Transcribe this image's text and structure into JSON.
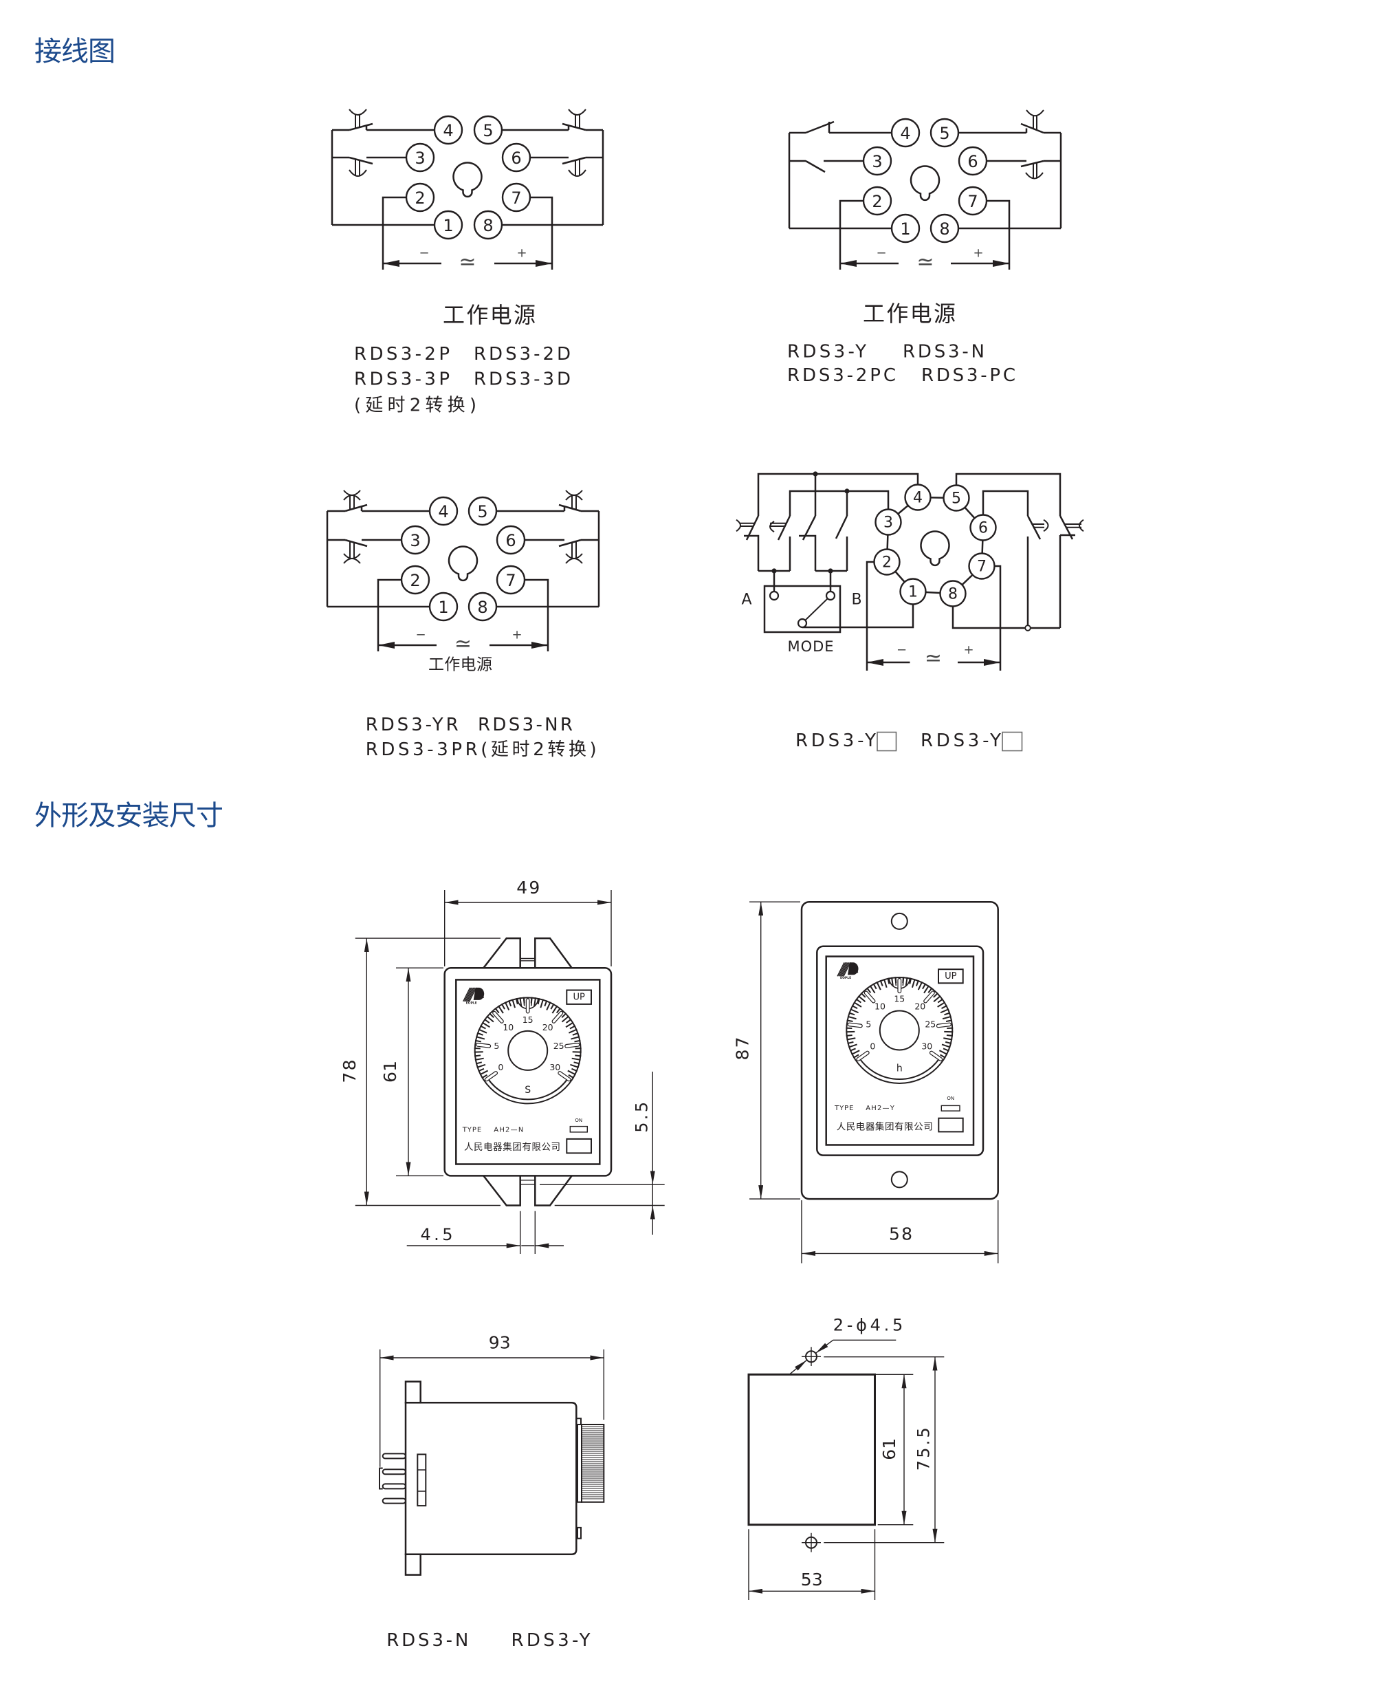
{
  "colors": {
    "heading": "#1c4a8c",
    "ink": "#231f20",
    "background": "#ffffff"
  },
  "wiring": {
    "title": "接线图",
    "pins": [
      "1",
      "2",
      "3",
      "4",
      "5",
      "6",
      "7",
      "8"
    ],
    "power_symbols": {
      "minus": "−",
      "ac": "≃",
      "plus": "+"
    },
    "diagrams": [
      {
        "power_label": "工作电源",
        "models": [
          [
            "RDS3-2P",
            "RDS3-2D"
          ],
          [
            "RDS3-3P",
            "RDS3-3D"
          ]
        ],
        "note": "(延时2转换)"
      },
      {
        "power_label": "工作电源",
        "models": [
          [
            "RDS3-Y",
            "RDS3-N"
          ],
          [
            "RDS3-2PC",
            "RDS3-PC"
          ]
        ]
      },
      {
        "power_label": "工作电源",
        "models": [
          [
            "RDS3-YR",
            "RDS3-NR"
          ],
          [
            "RDS3-3PR(延时2转换)"
          ]
        ]
      },
      {
        "mode_switch": {
          "label": "MODE",
          "position_a": "A",
          "position_b": "B"
        },
        "models": [
          "RDS3-Y",
          "RDS3-Y"
        ],
        "model_suffix_icon": "blank-box-icon"
      }
    ]
  },
  "dimensions": {
    "title": "外形及安装尺寸",
    "front_view_surface_mount": {
      "width": "49",
      "overall_height": "78",
      "body_height": "61",
      "clip_offset": "5.5",
      "slot_width": "4.5",
      "panel": {
        "logo_text": "EOPLE",
        "badge": "UP",
        "scale": [
          "0",
          "5",
          "10",
          "15",
          "20",
          "25",
          "30"
        ],
        "unit": "S",
        "type_label": "TYPE",
        "type_value": "AH2—N",
        "indicator_label": "ON",
        "manufacturer": "人民电器集团有限公司"
      }
    },
    "front_view_flush_mount": {
      "height": "87",
      "width": "58",
      "panel": {
        "logo_text": "EOPLE",
        "badge": "UP",
        "scale": [
          "0",
          "5",
          "10",
          "15",
          "20",
          "25",
          "30"
        ],
        "unit": "h",
        "type_label": "TYPE",
        "type_value": "AH2—Y",
        "indicator_label": "ON",
        "manufacturer": "人民电器集团有限公司"
      }
    },
    "side_view": {
      "depth": "93",
      "models": [
        "RDS3-N",
        "RDS3-Y"
      ]
    },
    "panel_cutout": {
      "hole_spec": "2-ϕ4.5",
      "cutout_height": "61",
      "hole_pitch": "75.5",
      "cutout_width": "53"
    }
  }
}
